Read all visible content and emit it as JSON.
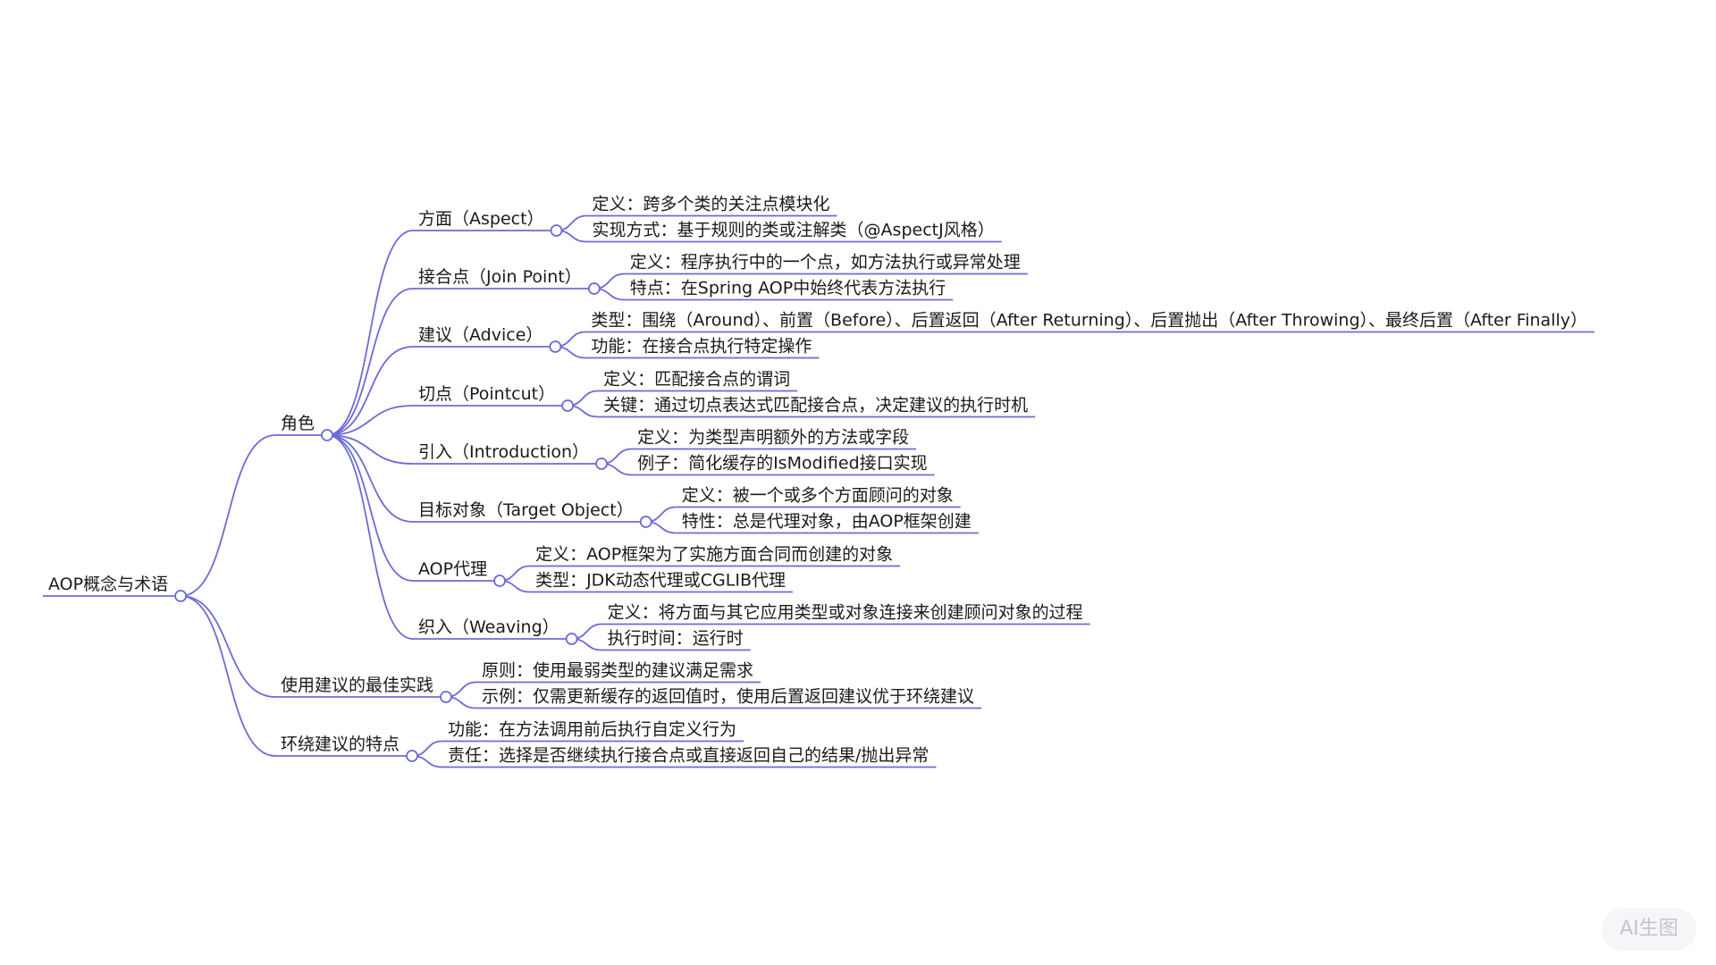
{
  "colors": {
    "branch": "#6b6bd6",
    "text": "#1a1a1a",
    "watermark_text": "#c4c4cc",
    "watermark_bg": "#f6f6f8"
  },
  "mindmap": {
    "root": {
      "label": "AOP概念与术语",
      "children": [
        {
          "label": "角色",
          "children": [
            {
              "label": "方面（Aspect）",
              "children": [
                {
                  "label": "定义：跨多个类的关注点模块化"
                },
                {
                  "label": "实现方式：基于规则的类或注解类（@AspectJ风格）"
                }
              ]
            },
            {
              "label": "接合点（Join Point）",
              "children": [
                {
                  "label": "定义：程序执行中的一个点，如方法执行或异常处理"
                },
                {
                  "label": "特点：在Spring AOP中始终代表方法执行"
                }
              ]
            },
            {
              "label": "建议（Advice）",
              "children": [
                {
                  "label": "类型：围绕（Around）、前置（Before）、后置返回（After Returning）、后置抛出（After Throwing）、最终后置（After Finally）"
                },
                {
                  "label": "功能：在接合点执行特定操作"
                }
              ]
            },
            {
              "label": "切点（Pointcut）",
              "children": [
                {
                  "label": "定义：匹配接合点的谓词"
                },
                {
                  "label": "关键：通过切点表达式匹配接合点，决定建议的执行时机"
                }
              ]
            },
            {
              "label": "引入（Introduction）",
              "children": [
                {
                  "label": "定义：为类型声明额外的方法或字段"
                },
                {
                  "label": "例子：简化缓存的IsModified接口实现"
                }
              ]
            },
            {
              "label": "目标对象（Target Object）",
              "children": [
                {
                  "label": "定义：被一个或多个方面顾问的对象"
                },
                {
                  "label": "特性：总是代理对象，由AOP框架创建"
                }
              ]
            },
            {
              "label": "AOP代理",
              "children": [
                {
                  "label": "定义：AOP框架为了实施方面合同而创建的对象"
                },
                {
                  "label": "类型：JDK动态代理或CGLIB代理"
                }
              ]
            },
            {
              "label": "织入（Weaving）",
              "children": [
                {
                  "label": "定义：将方面与其它应用类型或对象连接来创建顾问对象的过程"
                },
                {
                  "label": "执行时间：运行时"
                }
              ]
            }
          ]
        },
        {
          "label": "使用建议的最佳实践",
          "children": [
            {
              "label": "原则：使用最弱类型的建议满足需求"
            },
            {
              "label": "示例：仅需更新缓存的返回值时，使用后置返回建议优于环绕建议"
            }
          ]
        },
        {
          "label": "环绕建议的特点",
          "children": [
            {
              "label": "功能：在方法调用前后执行自定义行为"
            },
            {
              "label": "责任：选择是否继续执行接合点或直接返回自己的结果/抛出异常"
            }
          ]
        }
      ]
    }
  },
  "watermark": "AI生图"
}
